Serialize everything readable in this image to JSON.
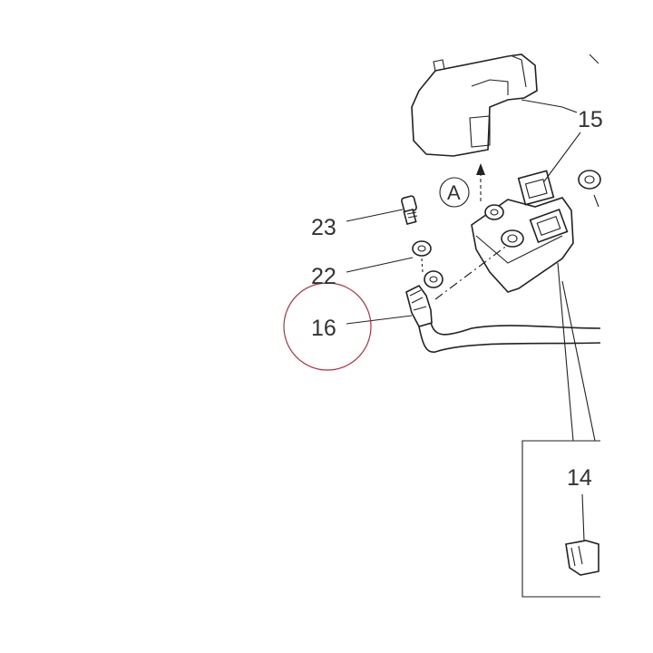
{
  "diagram": {
    "callouts": {
      "c15": "15",
      "c23": "23",
      "c22": "22",
      "c16": "16",
      "c14": "14",
      "cA": "A"
    },
    "highlight_color": "#b03040",
    "line_color": "#222222",
    "label_color": "#333333"
  }
}
